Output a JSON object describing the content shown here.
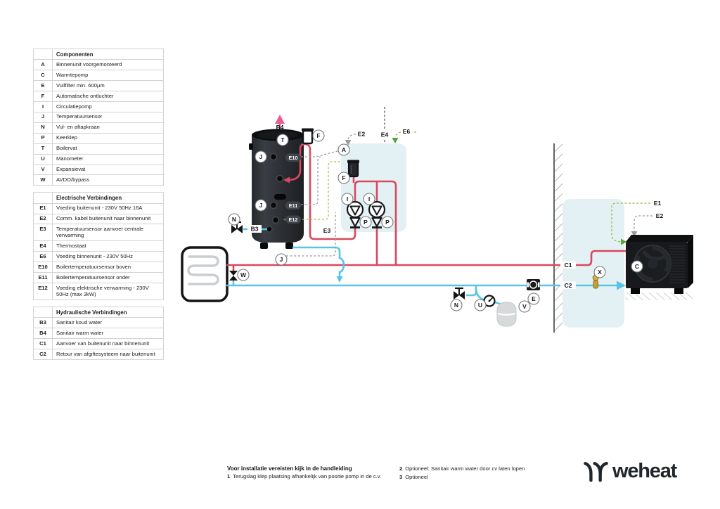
{
  "legend": {
    "sections": [
      {
        "title": "Componenten",
        "rows": [
          {
            "k": "A",
            "v": "Binnenunit voorgemonteerd"
          },
          {
            "k": "C",
            "v": "Warmtepomp"
          },
          {
            "k": "E",
            "v": "Vuilfilter min. 600µm"
          },
          {
            "k": "F",
            "v": "Automatische ontluchter"
          },
          {
            "k": "I",
            "v": "Circulatiepomp"
          },
          {
            "k": "J",
            "v": "Temperatuursensor"
          },
          {
            "k": "N",
            "v": "Vul- en aftapkraan"
          },
          {
            "k": "P",
            "v": "Keerklep"
          },
          {
            "k": "T",
            "v": "Boilervat"
          },
          {
            "k": "U",
            "v": "Manometer"
          },
          {
            "k": "V",
            "v": "Expansievat"
          },
          {
            "k": "W",
            "v": "AVDO/bypass"
          }
        ]
      },
      {
        "title": "Electrische Verbindingen",
        "rows": [
          {
            "k": "E1",
            "v": "Voeding buitenunit - 230V 50Hz 16A"
          },
          {
            "k": "E2",
            "v": "Comm. kabel buitenunit naar binnenunit"
          },
          {
            "k": "E3",
            "v": "Temperatuursensor aanvoer centrale verwarming"
          },
          {
            "k": "E4",
            "v": "Thermostaat"
          },
          {
            "k": "E6",
            "v": "Voeding binnenunit - 230V 50Hz"
          },
          {
            "k": "E10",
            "v": "Boilertemperatuursensor boven"
          },
          {
            "k": "E11",
            "v": "Boilertemperatuursensor onder"
          },
          {
            "k": "E12",
            "v": "Voeding elektrische verwarming - 230V 50Hz (max 3kW)"
          }
        ]
      },
      {
        "title": "Hydraulische Verbindingen",
        "rows": [
          {
            "k": "B3",
            "v": "Sanitair koud water"
          },
          {
            "k": "B4",
            "v": "Sanitair warm water"
          },
          {
            "k": "C1",
            "v": "Aanvoer van buitenunit naar binnenunit"
          },
          {
            "k": "C2",
            "v": "Retour van afgiftesysteem naar buitenunit"
          }
        ]
      }
    ]
  },
  "diagram": {
    "letters": {
      "A": "A",
      "C": "C",
      "E": "E",
      "F": "F",
      "I": "I",
      "J": "J",
      "N": "N",
      "P": "P",
      "T": "T",
      "U": "U",
      "V": "V",
      "W": "W",
      "X": "X"
    },
    "badges": {
      "E10": "E10",
      "E11": "E11",
      "E12": "E12"
    },
    "connections": {
      "B3": "B3",
      "B4": "B4",
      "C1": "C1",
      "C2": "C2",
      "E1": "E1",
      "E2": "E2",
      "E3": "E3",
      "E4": "E4",
      "E6": "E6"
    },
    "colors": {
      "pipe_hot": "#d8495e",
      "pipe_cold": "#58c5e6",
      "pipe_dhw": "#ea5c8f",
      "wire_power": "#b5bc42",
      "wire_comm": "#9a9a9a",
      "arrow_green": "#55a63a",
      "zone_fill": "#e4f1f4"
    }
  },
  "notes": {
    "title": "Voor installatie vereisten kijk in de handleiding",
    "items": [
      {
        "n": "1",
        "text": "Terugslag klep plaatsing afhankelijk van positie pomp in de c.v."
      },
      {
        "n": "2",
        "text": "Optioneel: Sanitair warm water door cv laten lopen"
      },
      {
        "n": "3",
        "text": "Optioneel"
      }
    ]
  },
  "brand": {
    "name": "weheat"
  }
}
